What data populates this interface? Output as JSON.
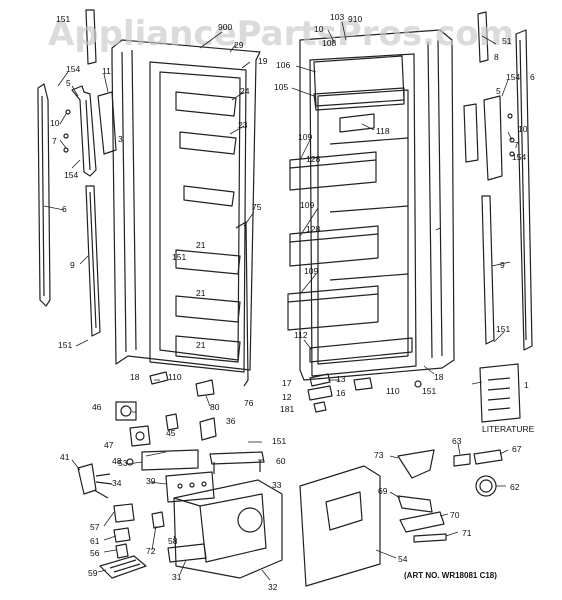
{
  "watermark": "AppliancePartsPros.com",
  "literature_label": "LITERATURE",
  "art_number": "(ART NO. WR18081 C18)",
  "callouts": {
    "c151a": "151",
    "c900": "900",
    "c29": "29",
    "c19": "19",
    "c103": "103",
    "c910": "910",
    "c10a": "10",
    "c108": "108",
    "c51": "51",
    "c8": "8",
    "c6a": "6",
    "c154a": "154",
    "c11": "11",
    "c5a": "5",
    "c3": "3",
    "c10b": "10",
    "c7a": "7",
    "c154b": "154",
    "c6b": "6",
    "c9a": "9",
    "c151b": "151",
    "c18a": "18",
    "c106": "106",
    "c105": "105",
    "c24": "24",
    "c23": "23",
    "c118": "118",
    "c109a": "109",
    "c128a": "128",
    "c109b": "109",
    "c128b": "128",
    "c109c": "109",
    "c75": "75",
    "c21a": "21",
    "c151c": "151",
    "c21b": "21",
    "c21c": "21",
    "c110a": "110",
    "c112": "112",
    "c154c": "154",
    "c5b": "5",
    "c10c": "10",
    "c7b": "7",
    "c154d": "154",
    "c9b": "9",
    "c151d": "151",
    "c18b": "18",
    "c13": "13",
    "c17": "17",
    "c16": "16",
    "c12": "12",
    "c181": "181",
    "c110b": "110",
    "c151e": "151",
    "c1": "1",
    "c80": "80",
    "c76": "76",
    "c46": "46",
    "c45": "45",
    "c36": "36",
    "c47": "47",
    "c48": "48",
    "c151f": "151",
    "c53": "53",
    "c60": "60",
    "c41": "41",
    "c39": "39",
    "c33": "33",
    "c34": "34",
    "c57": "57",
    "c61": "61",
    "c56": "56",
    "c72": "72",
    "c58": "58",
    "c59": "59",
    "c31": "31",
    "c32": "32",
    "c54": "54",
    "c73": "73",
    "c63": "63",
    "c67": "67",
    "c62": "62",
    "c69": "69",
    "c70": "70",
    "c71": "71"
  }
}
